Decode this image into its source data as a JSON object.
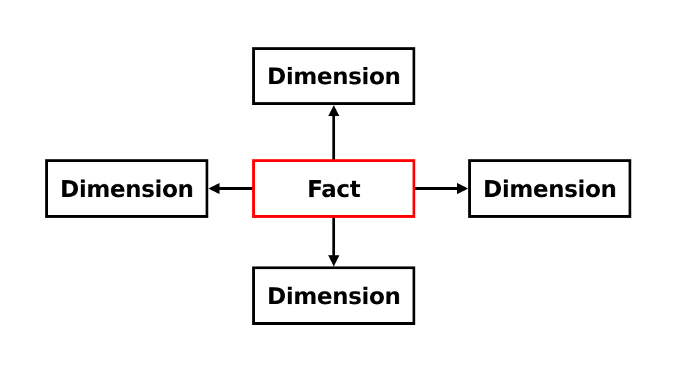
{
  "fact": {
    "label": "Fact",
    "border_color": "#ff0000"
  },
  "dimensions": {
    "top": {
      "label": "Dimension"
    },
    "left": {
      "label": "Dimension"
    },
    "right": {
      "label": "Dimension"
    },
    "bottom": {
      "label": "Dimension"
    }
  },
  "colors": {
    "dimension_border": "#000000",
    "arrow": "#000000",
    "background": "#ffffff"
  }
}
